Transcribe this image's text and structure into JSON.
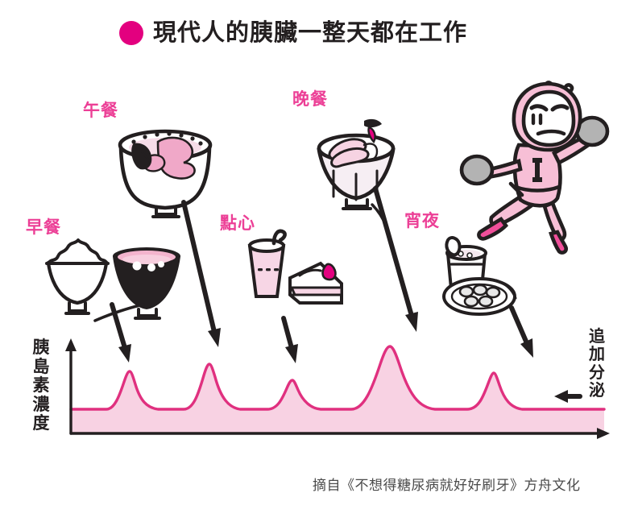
{
  "title": {
    "bullet_icon": "filled-circle-bullet",
    "text": "現代人的胰臟一整天都在工作"
  },
  "meal_labels": {
    "breakfast": "早餐",
    "lunch": "午餐",
    "snack": "點心",
    "dinner": "晚餐",
    "late_night": "宵夜"
  },
  "axis": {
    "y_label_chars": [
      "胰",
      "島",
      "素",
      "濃",
      "度"
    ],
    "y_label": "胰島素濃度",
    "extra_label_chars": [
      "追",
      "加",
      "分",
      "泌"
    ],
    "extra_label": "追加分泌"
  },
  "source": "摘自《不想得糖尿病就好好刷牙》方舟文化",
  "colors": {
    "accent_magenta": "#e3007f",
    "label_pink": "#ec3f96",
    "curve_stroke": "#e0307f",
    "peak_fill": "#f8d2e3",
    "basal_fill": "#fceaf2",
    "ink": "#231f20",
    "weight_grey": "#b3b3b3",
    "character_pink": "#f7bfd6",
    "character_pink_dark": "#f04f9a"
  },
  "chart_data": {
    "type": "area",
    "title": "現代人的胰臟一整天都在工作",
    "xlabel": "",
    "ylabel": "胰島素濃度",
    "grid": false,
    "legend": "none",
    "annotations": [
      "追加分泌"
    ],
    "basal_level": 0.22,
    "baseline_note": "basal secretion band shown as pale pink strip along x-axis",
    "peaks": [
      {
        "label": "早餐",
        "center_x": 0.12,
        "height": 0.55,
        "width": 0.09
      },
      {
        "label": "午餐",
        "center_x": 0.29,
        "height": 0.72,
        "width": 0.1
      },
      {
        "label": "點心",
        "center_x": 0.47,
        "height": 0.47,
        "width": 0.06
      },
      {
        "label": "晚餐",
        "center_x": 0.66,
        "height": 0.93,
        "width": 0.13
      },
      {
        "label": "宵夜",
        "center_x": 0.87,
        "height": 0.55,
        "width": 0.07
      }
    ],
    "x": [
      0,
      0.12,
      0.29,
      0.47,
      0.66,
      0.87
    ],
    "values": [
      0.22,
      0.55,
      0.72,
      0.47,
      0.93,
      0.55
    ]
  },
  "illustrations": {
    "breakfast": [
      "rice-bowl-icon",
      "miso-soup-bowl-icon"
    ],
    "lunch": [
      "ramen-bowl-icon"
    ],
    "snack": [
      "drink-cup-icon",
      "cake-slice-icon"
    ],
    "dinner": [
      "tempura-rice-bowl-icon"
    ],
    "late_night": [
      "cup-noodle-icon",
      "dumpling-plate-icon"
    ],
    "mascot": "running-pancreas-character-icon"
  },
  "arrows": [
    {
      "name": "arrow-to-breakfast-peak"
    },
    {
      "name": "arrow-to-lunch-peak"
    },
    {
      "name": "arrow-to-snack-peak"
    },
    {
      "name": "arrow-to-dinner-peak"
    },
    {
      "name": "arrow-to-latenight-peak"
    },
    {
      "name": "arrow-extra-secretion"
    }
  ]
}
